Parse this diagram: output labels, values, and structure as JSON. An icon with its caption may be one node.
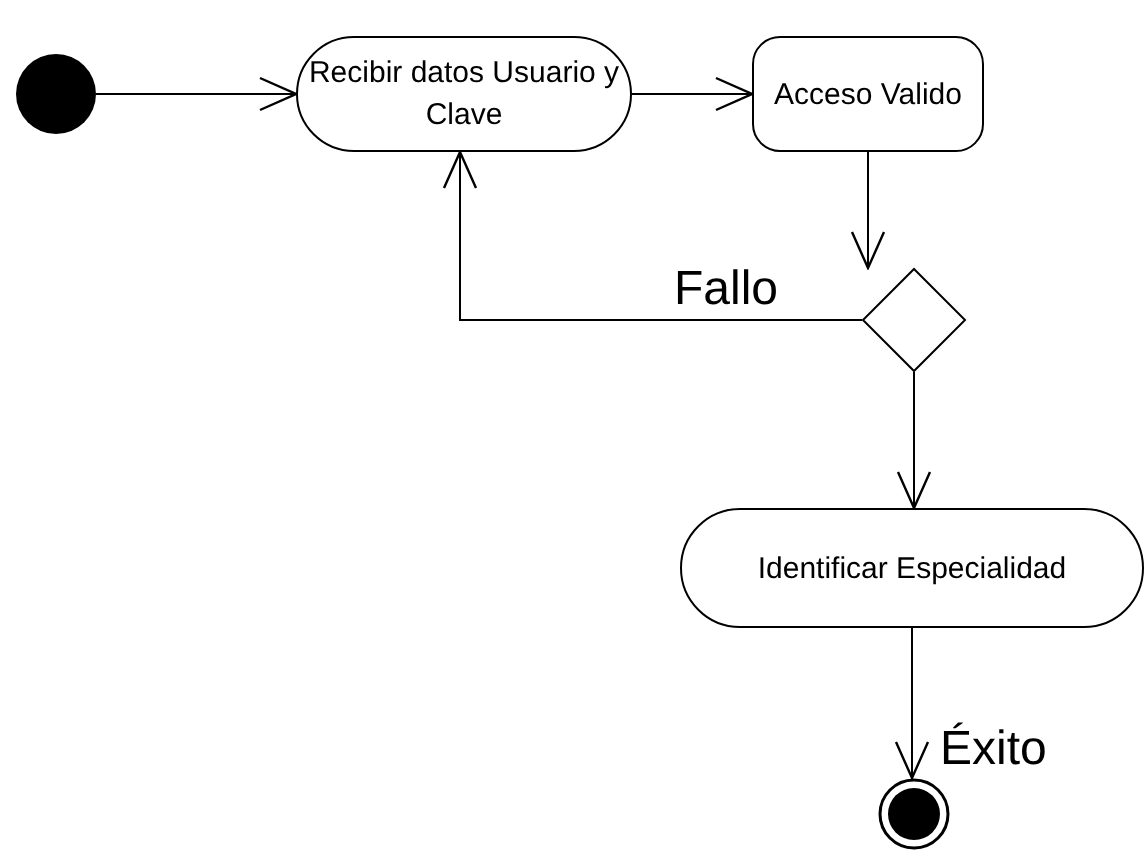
{
  "diagram": {
    "nodes": [
      {
        "text": [],
        "shape": "circle"
      },
      {
        "text": [
          "Recibir datos Usuario y Clave"
        ]
      },
      {
        "text": [
          "Acceso Valido"
        ]
      },
      {
        "text": [],
        "shape": "diamond"
      },
      {
        "text": [
          "Identificar Especialidad"
        ]
      },
      {
        "text": [],
        "shape": "circle"
      }
    ],
    "edges": [
      {
        "from": 0,
        "to": 1,
        "arrow": "to"
      },
      {
        "from": 1,
        "to": 2,
        "arrow": "to"
      },
      {
        "from": 2,
        "to": 3,
        "arrow": "to"
      },
      {
        "from": 3,
        "to": 1,
        "arrow": "to",
        "label": "Fallo"
      },
      {
        "from": 3,
        "to": 4,
        "arrow": "to"
      },
      {
        "from": 4,
        "to": 5,
        "arrow": "to",
        "label": "Éxito"
      }
    ]
  }
}
